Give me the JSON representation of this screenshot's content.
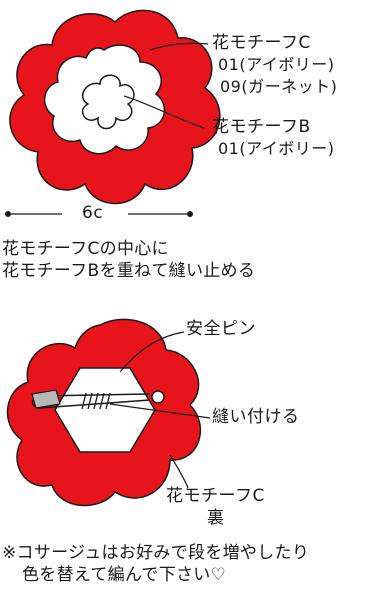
{
  "top_figure": {
    "motif_c": {
      "name": "花モチーフC",
      "color_1": "01(アイボリー)",
      "color_2": "09(ガーネット)"
    },
    "motif_b": {
      "name": "花モチーフB",
      "color_1": "01(アイボリー)"
    },
    "dimension": "6c"
  },
  "instruction": {
    "line1": "花モチーフCの中心に",
    "line2": "花モチーフBを重ねて縫い止める"
  },
  "bottom_figure": {
    "pin_label": "安全ピン",
    "sew_label": "縫い付ける",
    "motif_c_label": "花モチーフC",
    "motif_c_side": "裏"
  },
  "note": {
    "line1": "※コサージュはお好みで段を増やしたり",
    "line2": "色を替えて編んで下さい♡"
  },
  "colors": {
    "garnet": "#e8141b",
    "ivory": "#ffffff",
    "outline": "#1a1a1a"
  }
}
